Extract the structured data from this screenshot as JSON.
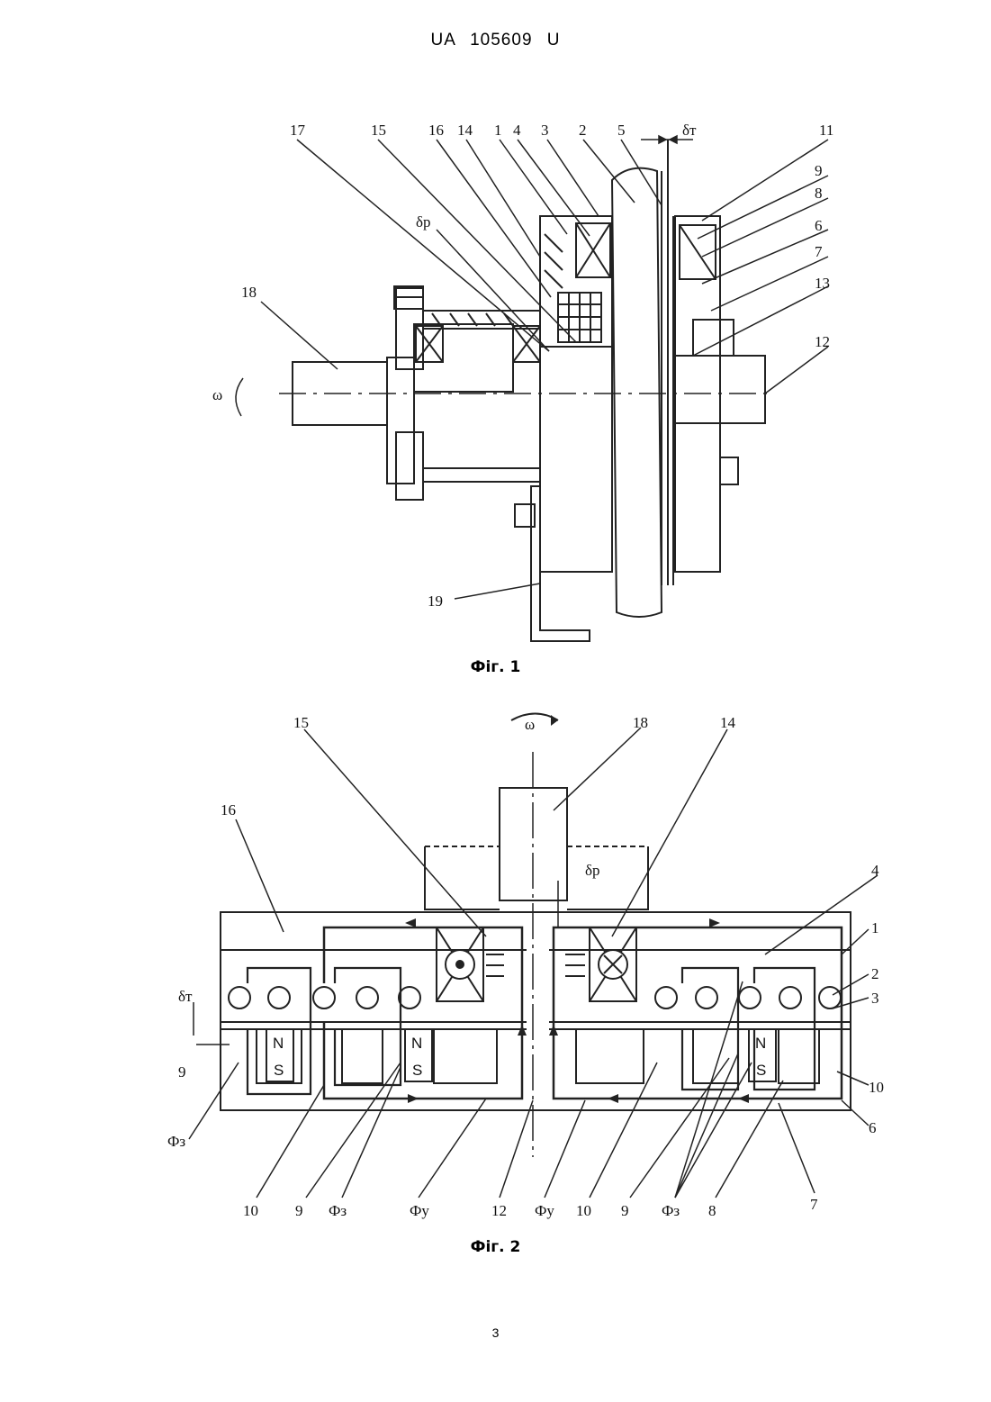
{
  "header": {
    "patent": "UA   105609   U"
  },
  "figures": [
    {
      "caption": "Фіг. 1",
      "labels": [
        "17",
        "15",
        "16",
        "14",
        "1",
        "4",
        "3",
        "2",
        "5",
        "δт",
        "11",
        "9",
        "8",
        "6",
        "7",
        "13",
        "12",
        "18",
        "δр",
        "ω",
        "19"
      ]
    },
    {
      "caption": "Фіг. 2",
      "labels": [
        "ω",
        "15",
        "18",
        "14",
        "16",
        "δр",
        "4",
        "1",
        "2",
        "3",
        "δт",
        "9",
        "Фз",
        "10",
        "10",
        "9",
        "Фз",
        "Фу",
        "12",
        "Фу",
        "10",
        "9",
        "Фз",
        "8",
        "7",
        "6",
        "N",
        "S",
        "N",
        "S",
        "N",
        "S"
      ]
    }
  ],
  "footer": {
    "page_number": "3"
  }
}
